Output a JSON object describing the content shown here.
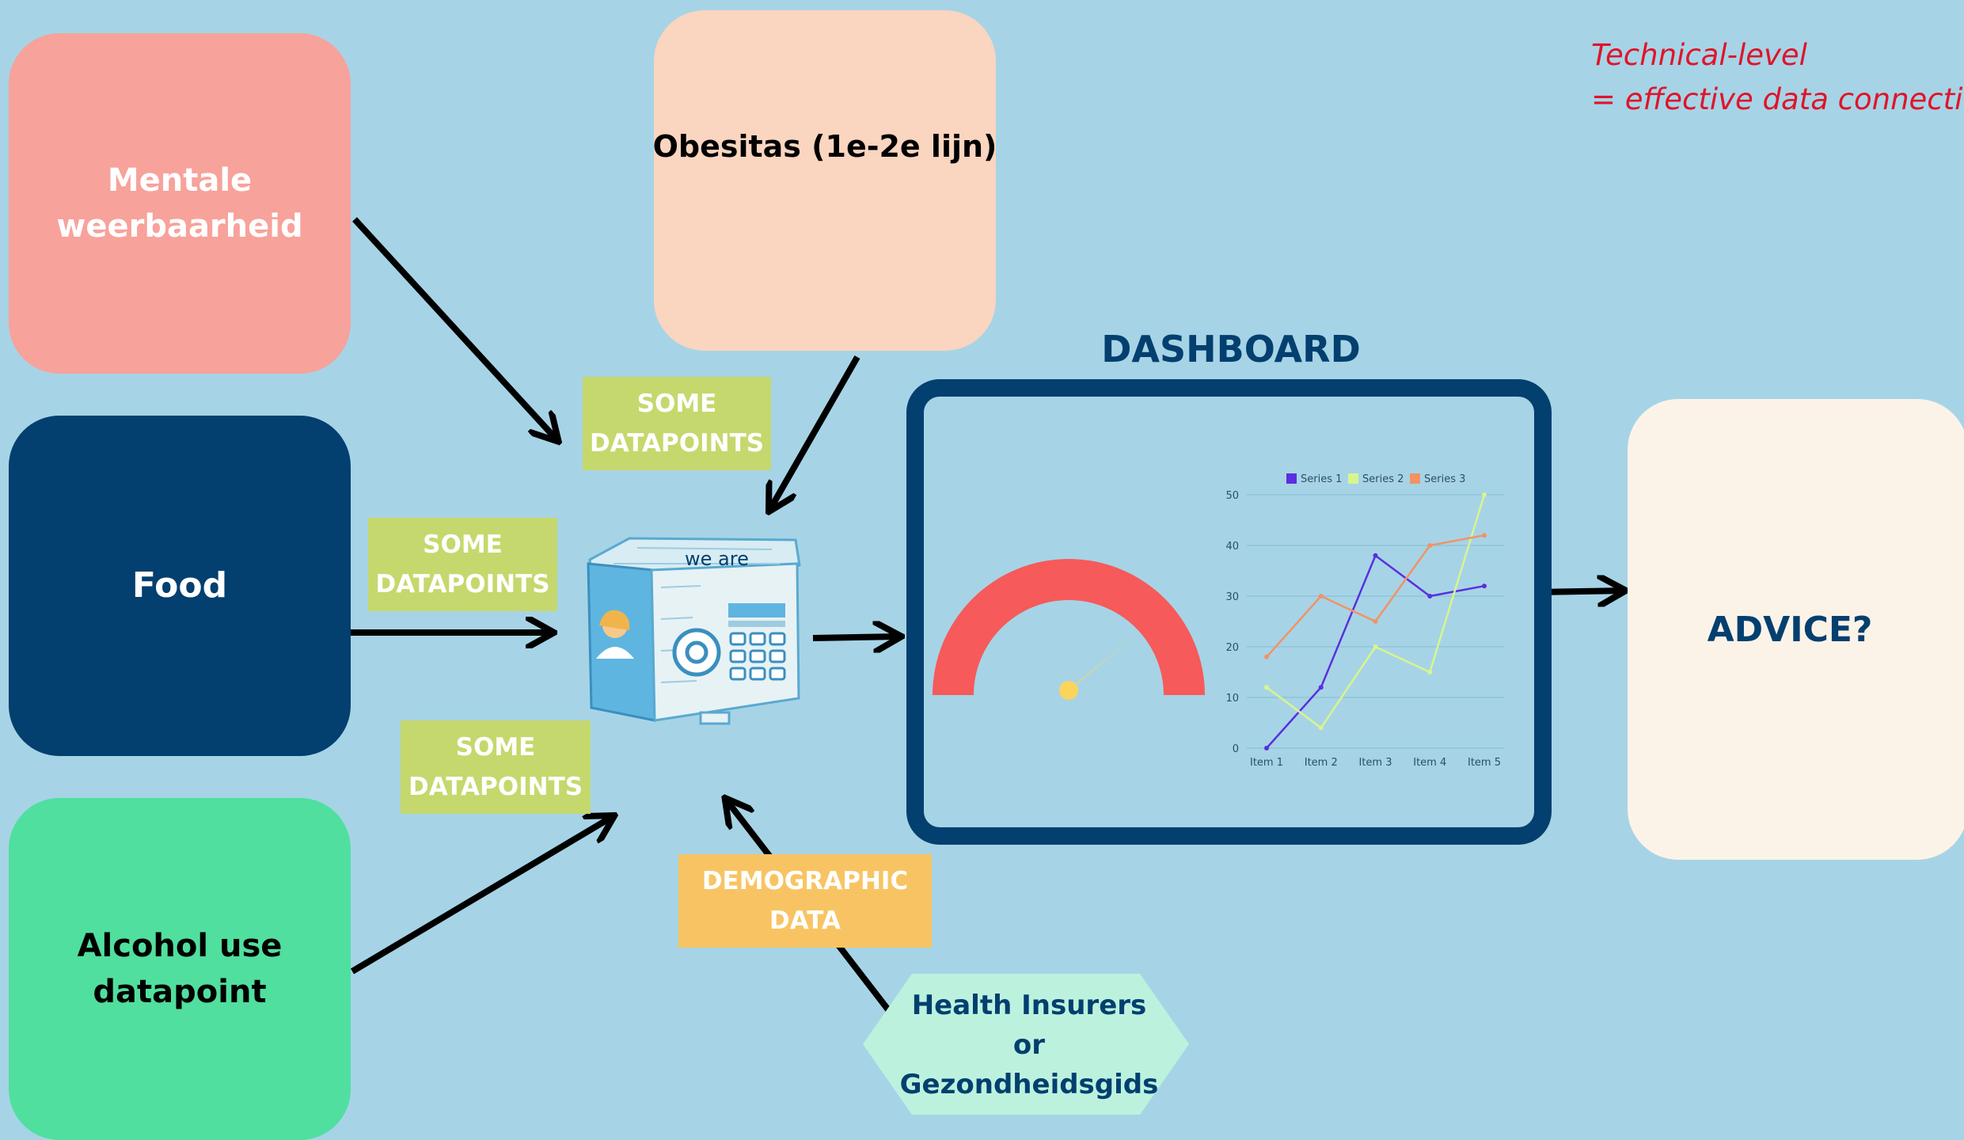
{
  "sources": {
    "mentale": "Mentale weerbaarheid",
    "food": "Food",
    "alcohol": "Alcohol use datapoint",
    "obesitas": "Obesitas (1e-2e lijn)"
  },
  "tags": {
    "datapoints_1": "SOME DATAPOINTS",
    "datapoints_2": "SOME DATAPOINTS",
    "datapoints_3": "SOME DATAPOINTS",
    "demographic": "DEMOGRAPHIC DATA"
  },
  "hub": {
    "logo_text": "we are"
  },
  "insurers": {
    "line1": "Health Insurers",
    "line2": "or",
    "line3": "Gezondheidsgids"
  },
  "dashboard": {
    "title": "DASHBOARD",
    "gauge_level": 0.78
  },
  "advice": {
    "label": "ADVICE?"
  },
  "note": {
    "line1": "Technical-level",
    "line2": "= effective data connection"
  },
  "colors": {
    "background": "#a6d4e6",
    "mentale": "#f7a29b",
    "food": "#033f6f",
    "alcohol": "#50df9e",
    "obesitas": "#fad5c0",
    "tag": "#c5d86d",
    "demographic": "#f8c463",
    "insurers": "#bcf2dd",
    "advice": "#fcf3e8",
    "dashboard_frame": "#033f6f",
    "gauge": "#f65a5a",
    "needle": "#fbd45c"
  },
  "chart_data": {
    "type": "line",
    "categories": [
      "Item 1",
      "Item 2",
      "Item 3",
      "Item 4",
      "Item 5"
    ],
    "series": [
      {
        "name": "Series 1",
        "values": [
          0,
          12,
          38,
          30,
          32
        ],
        "color": "#5b2ee0"
      },
      {
        "name": "Series 2",
        "values": [
          12,
          4,
          20,
          15,
          50
        ],
        "color": "#d8f58c"
      },
      {
        "name": "Series 3",
        "values": [
          18,
          30,
          25,
          40,
          42
        ],
        "color": "#f29266"
      }
    ],
    "yticks": [
      0,
      10,
      20,
      30,
      40,
      50
    ],
    "ylim": [
      0,
      50
    ],
    "grid": true,
    "legend": "top"
  }
}
